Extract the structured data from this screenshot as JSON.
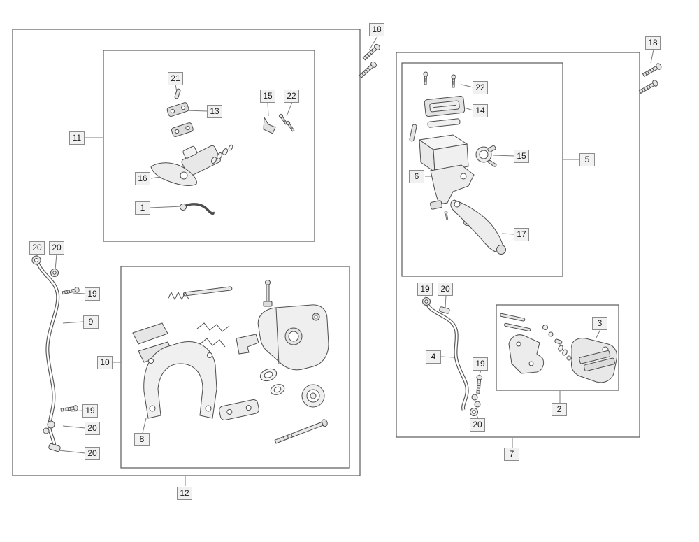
{
  "diagram": {
    "type": "exploded-parts-diagram",
    "colors": {
      "line": "#4d4d4d",
      "box_border": "#5a5a5a",
      "label_bg": "#f1f1f1",
      "label_border": "#8c8c8c"
    },
    "callouts": {
      "c18_top": "18",
      "c18_r": "18",
      "c21": "21",
      "c13": "13",
      "c15_l": "15",
      "c22_l": "22",
      "c11": "11",
      "c16": "16",
      "c1": "1",
      "c20_a": "20",
      "c20_b": "20",
      "c19_a": "19",
      "c9": "9",
      "c10": "10",
      "c8": "8",
      "c19_b": "19",
      "c20_c": "20",
      "c20_d": "20",
      "c12": "12",
      "c22_r": "22",
      "c14": "14",
      "c15_r": "15",
      "c6": "6",
      "c17": "17",
      "c5": "5",
      "c19_c": "19",
      "c20_e": "20",
      "c4": "4",
      "c19_d": "19",
      "c3": "3",
      "c2": "2",
      "c20_f": "20",
      "c7": "7"
    }
  }
}
